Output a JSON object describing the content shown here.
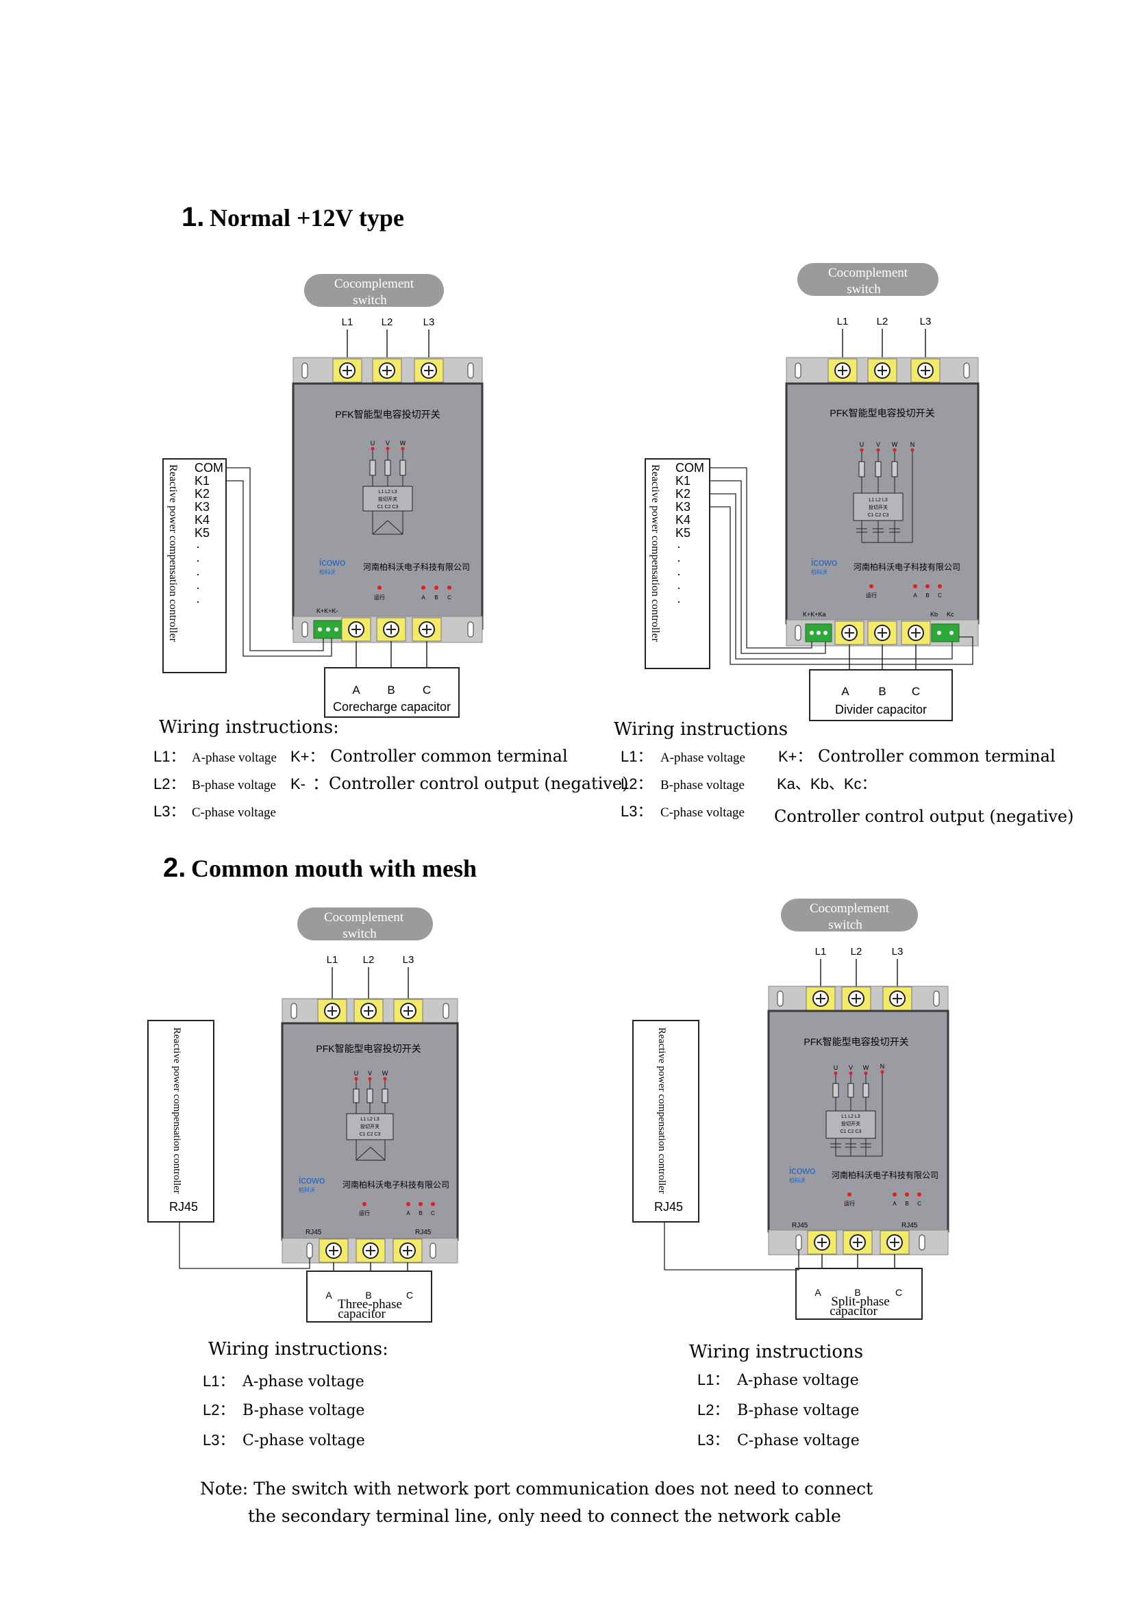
{
  "section1": {
    "number": "1.",
    "title": "Normal +12V type"
  },
  "section2": {
    "number": "2.",
    "title": "Common mouth with mesh"
  },
  "common": {
    "switch_label_1": "Cocomplement",
    "switch_label_2": "switch",
    "product_title": "PFK智能型电容投切开关",
    "company": "河南柏科沃电子科技有限公司",
    "logo_top": "icowo",
    "logo_bottom": "柏科沃",
    "run_label": "运行",
    "phase_u": "U",
    "phase_v": "V",
    "phase_w": "W",
    "phase_n": "N",
    "ic_row1": "L1  L2  L3",
    "ic_row2": "投切开关",
    "ic_row3": "C1  C2  C3",
    "led_a": "A",
    "led_b": "B",
    "led_c": "C",
    "l1": "L1",
    "l2": "L2",
    "l3": "L3",
    "cap_a": "A",
    "cap_b": "B",
    "cap_c": "C",
    "controller_label": "Reactive power compensation controller",
    "controller_terms": [
      "COM",
      "K1",
      "K2",
      "K3",
      "K4",
      "K5",
      "·",
      "·",
      "·",
      "·",
      "·"
    ],
    "rj45": "RJ45"
  },
  "diagram1": {
    "terminal_label": "K+K+K-",
    "capacitor": "Corecharge capacitor",
    "wiring_title": "Wiring instructions:",
    "lines": [
      {
        "key": "L1：",
        "text": "A-phase voltage",
        "key2": "K+：",
        "text2": "Controller common terminal"
      },
      {
        "key": "L2：",
        "text": "B-phase voltage",
        "key2": "K-",
        "text2": "：Controller control output (negative)"
      },
      {
        "key": "L3：",
        "text": "C-phase voltage"
      }
    ]
  },
  "diagram2": {
    "terminal_label": "K+K+Ka",
    "terminal_label_right1": "Kb",
    "terminal_label_right2": "Kc",
    "capacitor": "Divider capacitor",
    "wiring_title": "Wiring instructions",
    "lines": [
      {
        "key": "L1：",
        "text": "A-phase voltage",
        "key2": "K+：",
        "text2": "Controller common terminal"
      },
      {
        "key": "L2：",
        "text": "B-phase voltage",
        "key2": "Ka、Kb、Kc：",
        "text2": ""
      },
      {
        "key": "L3：",
        "text": "C-phase voltage",
        "key2": "",
        "text2": "Controller control output (negative)"
      }
    ]
  },
  "diagram3": {
    "capacitor_1": "Three-phase",
    "capacitor_2": "capacitor",
    "wiring_title": "Wiring instructions:",
    "lines": [
      {
        "key": "L1：",
        "text": "A-phase voltage"
      },
      {
        "key": "L2：",
        "text": "B-phase voltage"
      },
      {
        "key": "L3：",
        "text": "C-phase voltage"
      }
    ]
  },
  "diagram4": {
    "capacitor_1": "Split-phase",
    "capacitor_2": "capacitor",
    "wiring_title": "Wiring instructions",
    "lines": [
      {
        "key": "L1：",
        "text": "A-phase voltage"
      },
      {
        "key": "L2：",
        "text": "B-phase voltage"
      },
      {
        "key": "L3：",
        "text": "C-phase voltage"
      }
    ]
  },
  "note": {
    "line1": "Note: The switch with network port communication does not need to connect",
    "line2": "the secondary terminal line, only need to connect the network cable"
  },
  "colors": {
    "panel": "#9a9ca1",
    "panel_border": "#3a3a3a",
    "rail": "#c8c8c8",
    "terminal_yellow": "#f3ea6a",
    "terminal_green": "#2fa83a",
    "pill": "#9b9b9b",
    "led_red": "#e02020"
  }
}
